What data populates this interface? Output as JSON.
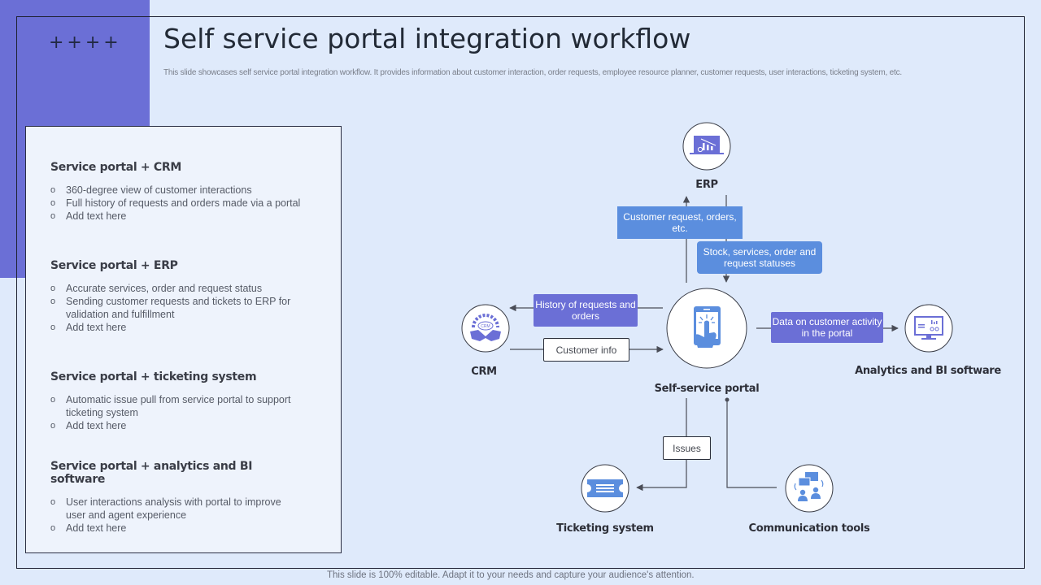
{
  "decoration": {
    "plus_marks": "++++"
  },
  "header": {
    "title": "Self service portal integration workflow",
    "subtitle": "This slide showcases self service portal integration workflow. It provides information about customer interaction, order requests, employee resource planner, customer requests, user interactions, ticketing system, etc."
  },
  "left_panel": {
    "sections": [
      {
        "title": "Service portal + CRM",
        "items": [
          "360-degree view of customer interactions",
          "Full history of requests and orders made via a portal",
          "Add text here"
        ]
      },
      {
        "title": "Service portal + ERP",
        "items": [
          "Accurate services, order and request status",
          "Sending customer requests and tickets to ERP for validation and fulfillment",
          "Add text here"
        ]
      },
      {
        "title": "Service portal + ticketing system",
        "items": [
          "Automatic issue pull from service portal to support ticketing system",
          "Add text here"
        ]
      },
      {
        "title": "Service portal + analytics and BI software",
        "items": [
          "User interactions analysis with portal to improve user and agent experience",
          "Add text here"
        ]
      }
    ]
  },
  "diagram": {
    "nodes": {
      "erp": {
        "label": "ERP",
        "icon": "erp-laptop-chart-icon"
      },
      "crm": {
        "label": "CRM",
        "icon": "crm-handshake-gear-icon"
      },
      "portal": {
        "label": "Self-service portal",
        "icon": "mobile-touch-icon"
      },
      "analytics": {
        "label": "Analytics and BI software",
        "icon": "analytics-monitor-icon"
      },
      "ticketing": {
        "label": "Ticketing system",
        "icon": "ticket-icon"
      },
      "communication": {
        "label": "Communication tools",
        "icon": "chat-people-icon"
      }
    },
    "flows": {
      "customer_request": "Customer request, orders, etc.",
      "stock_status": "Stock, services, order and request statuses",
      "history": "History of requests and orders",
      "customer_info": "Customer info",
      "customer_activity": "Data on customer activity in the portal",
      "issues": "Issues"
    },
    "colors": {
      "blue": "#5b8ede",
      "purple": "#6b6fd6",
      "line": "#4a4d57"
    }
  },
  "footer": {
    "text": "This slide is 100% editable. Adapt it to your needs and capture your audience's attention."
  }
}
